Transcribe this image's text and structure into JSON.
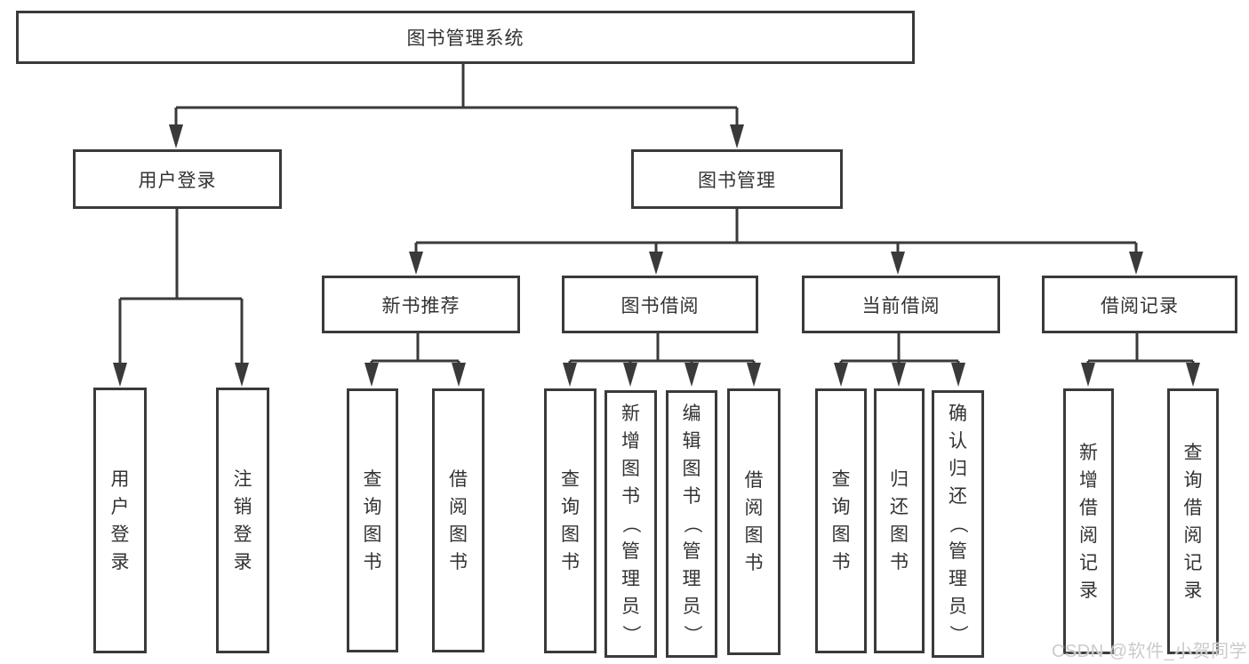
{
  "diagram": {
    "title": "图书管理系统",
    "root": {
      "label": "图书管理系统"
    },
    "level2": [
      {
        "label": "用户登录"
      },
      {
        "label": "图书管理"
      }
    ],
    "level3": [
      {
        "parent": "图书管理",
        "label": "新书推荐"
      },
      {
        "parent": "图书管理",
        "label": "图书借阅"
      },
      {
        "parent": "图书管理",
        "label": "当前借阅"
      },
      {
        "parent": "图书管理",
        "label": "借阅记录"
      }
    ],
    "leaves": [
      {
        "parent": "用户登录",
        "label": "用户登录"
      },
      {
        "parent": "用户登录",
        "label": "注销登录"
      },
      {
        "parent": "新书推荐",
        "label": "查询图书"
      },
      {
        "parent": "新书推荐",
        "label": "借阅图书"
      },
      {
        "parent": "图书借阅",
        "label": "查询图书"
      },
      {
        "parent": "图书借阅",
        "label": "新增图书（管理员）"
      },
      {
        "parent": "图书借阅",
        "label": "编辑图书（管理员）"
      },
      {
        "parent": "图书借阅",
        "label": "借阅图书"
      },
      {
        "parent": "当前借阅",
        "label": "查询图书"
      },
      {
        "parent": "当前借阅",
        "label": "归还图书"
      },
      {
        "parent": "当前借阅",
        "label": "确认归还（管理员）"
      },
      {
        "parent": "借阅记录",
        "label": "新增借阅记录"
      },
      {
        "parent": "借阅记录",
        "label": "查询借阅记录"
      }
    ]
  },
  "watermark": "CSDN @软件_小贺同学",
  "colors": {
    "line": "#3a3a3a",
    "text": "#333333",
    "background": "#ffffff",
    "watermark": "#cbcbcb"
  }
}
